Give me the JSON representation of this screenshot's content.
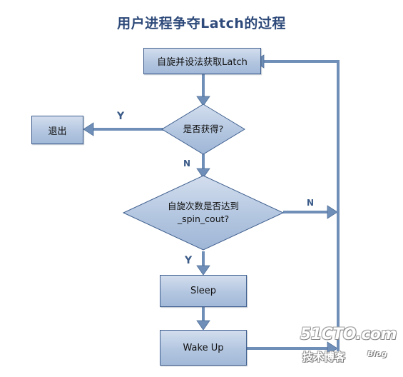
{
  "title": "用户进程争夺Latch的过程",
  "nodes": {
    "spin_get": "自旋并设法获取Latch",
    "exit": "退出",
    "acquired": "是否获得?",
    "spin_count_line1": "自旋次数是否达到",
    "spin_count_line2": "_spin_cout?",
    "sleep": "Sleep",
    "wake_up": "Wake Up"
  },
  "edge_labels": {
    "acquired_yes": "Y",
    "acquired_no": "N",
    "count_yes": "Y",
    "count_no": "N"
  },
  "watermark": {
    "site": "51CTO.com",
    "tagline": "技术博客",
    "blog": "Blog"
  },
  "colors": {
    "box_fill": "#b3c6e0",
    "box_border": "#3f5f8f",
    "connector": "#6f8fb8",
    "title": "#2e4a7a"
  }
}
